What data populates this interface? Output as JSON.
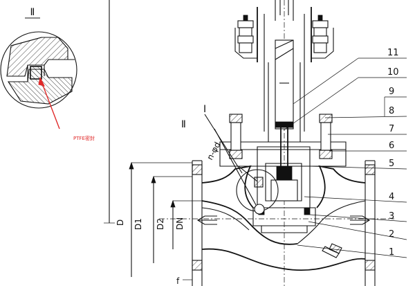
{
  "diagram": {
    "detail_label": "Ⅱ",
    "note_text": "PTFE密封",
    "section_marks": {
      "one": "Ⅰ",
      "two": "Ⅱ"
    },
    "bolt_spec": "n-φd",
    "dimension_labels": {
      "d": "D",
      "d1": "D1",
      "d2": "D2",
      "dn": "DN",
      "f": "f"
    },
    "callouts": [
      "1",
      "2",
      "3",
      "4",
      "5",
      "6",
      "7",
      "8",
      "9",
      "10",
      "11"
    ],
    "colors": {
      "line": "#111111",
      "note": "#e02a2a"
    }
  }
}
